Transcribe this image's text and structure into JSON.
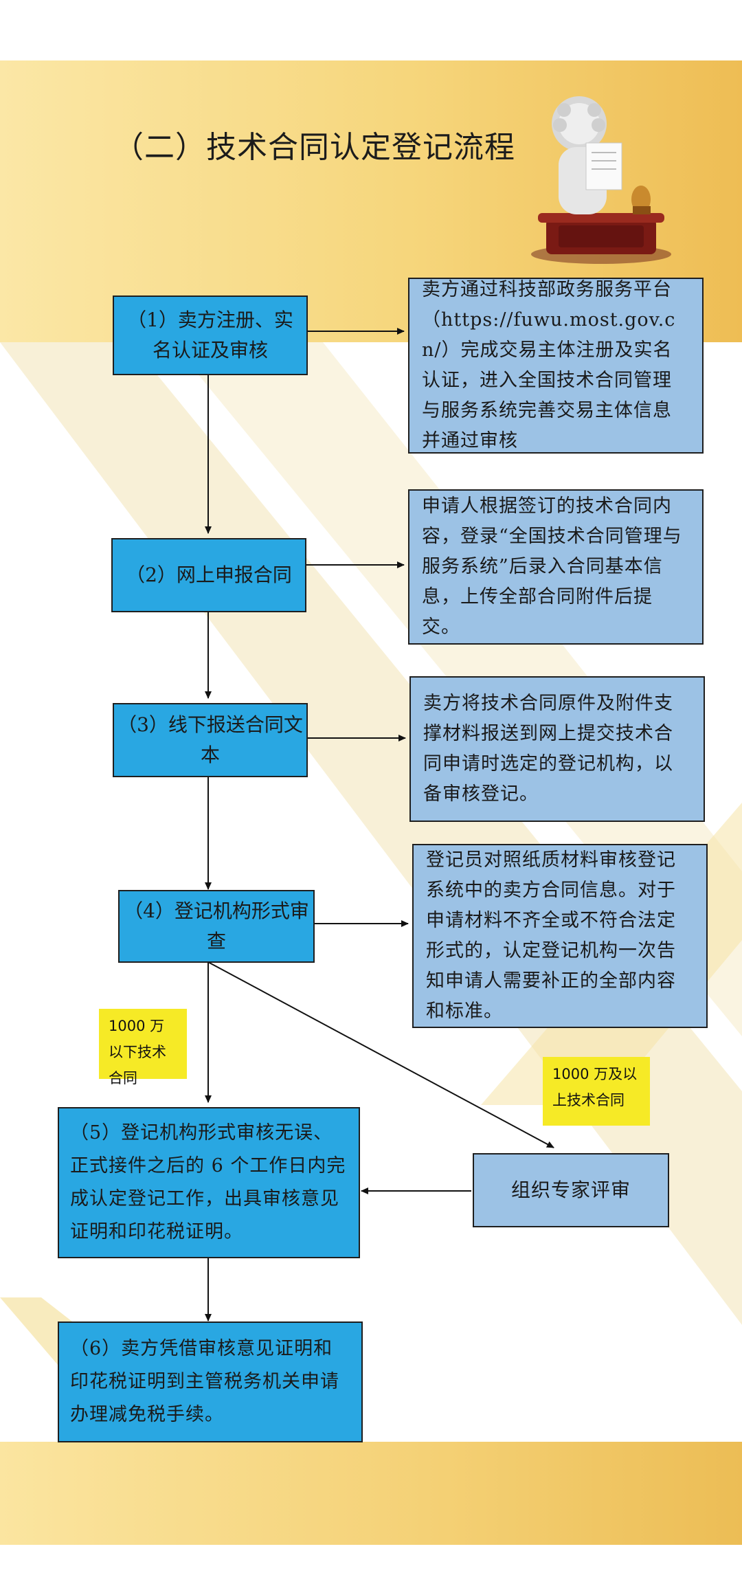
{
  "title": "（二）技术合同认定登记流程",
  "steps": [
    {
      "label": "（1）卖方注册、实名认证及审核"
    },
    {
      "label": "（2）网上申报合同"
    },
    {
      "label": "（3）线下报送合同文本"
    },
    {
      "label": "（4）登记机构形式审查"
    },
    {
      "label": "（5）登记机构形式审核无误、正式接件之后的 6 个工作日内完成认定登记工作，出具审核意见证明和印花税证明。"
    },
    {
      "label": "（6）卖方凭借审核意见证明和印花税证明到主管税务机关申请办理减免税手续。"
    }
  ],
  "descriptions": [
    {
      "text": "卖方通过科技部政务服务平台（https://fuwu.most.gov.cn/）完成交易主体注册及实名认证，进入全国技术合同管理与服务系统完善交易主体信息并通过审核"
    },
    {
      "text": "申请人根据签订的技术合同内容，登录“全国技术合同管理与服务系统”后录入合同基本信息，上传全部合同附件后提交。"
    },
    {
      "text": "卖方将技术合同原件及附件支撑材料报送到网上提交技术合同申请时选定的登记机构，以备审核登记。"
    },
    {
      "text": "登记员对照纸质材料审核登记系统中的卖方合同信息。对于申请材料不齐全或不符合法定形式的，认定登记机构一次告知申请人需要补正的全部内容和标准。"
    }
  ],
  "expert_review": "组织专家评审",
  "notes": {
    "below": "1000 万以下技术合同",
    "above": "1000 万及以上技术合同"
  },
  "colors": {
    "step_fill": "#29a7e2",
    "desc_fill": "#9cc2e5",
    "note_fill": "#f6ea26",
    "band_gold": "#f3cf72"
  },
  "decoration": "judge-figure-at-podium"
}
